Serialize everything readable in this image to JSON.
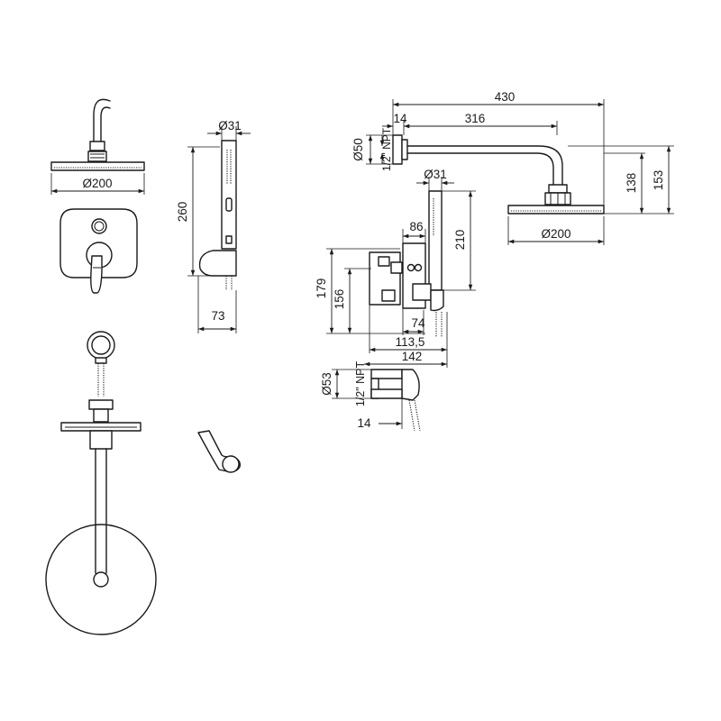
{
  "dimensions": {
    "head_diameter_left": "Ø200",
    "handshower_diameter": "Ø31",
    "handshower_length": "260",
    "holder_depth": "73",
    "arm_length_total": "430",
    "arm_length_inner": "316",
    "arm_wall_offset": "14",
    "flange_diameter": "Ø50",
    "arm_thread": "1/2\" NPT",
    "arm_drop_inner": "138",
    "arm_drop_total": "153",
    "head_diameter_right": "Ø200",
    "handshower_diameter_side": "Ø31",
    "handshower_length_side": "210",
    "valve_offset": "86",
    "valve_height_total": "179",
    "valve_height_inner": "156",
    "valve_depth_74": "74",
    "valve_depth_113": "113,5",
    "valve_depth_142": "142",
    "outlet_diameter": "Ø53",
    "outlet_thread": "1/2\" NPT",
    "outlet_offset": "14"
  }
}
